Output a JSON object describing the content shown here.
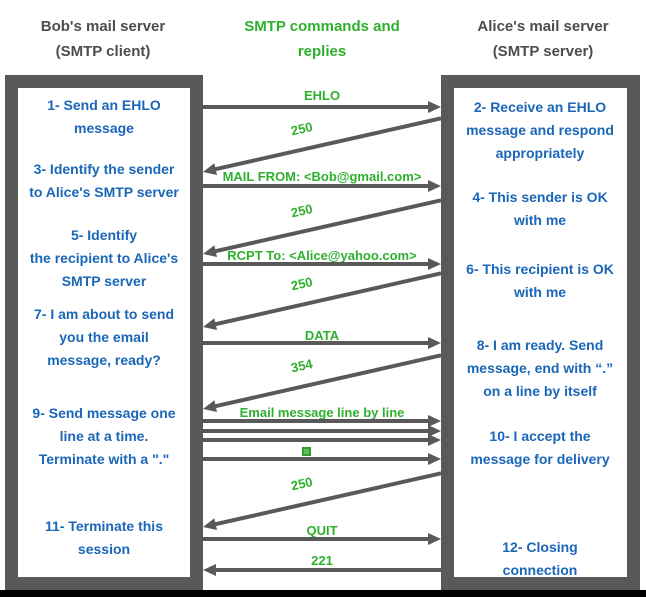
{
  "colors": {
    "green": "#2eb02e",
    "blue": "#1a66b8",
    "bar_gray": "#595959",
    "header_gray": "#4d4d4d",
    "bottom_strip": "#000000"
  },
  "headers": {
    "client": {
      "lines": [
        "Bob's mail server",
        "(SMTP client)"
      ]
    },
    "center": {
      "lines": [
        "SMTP commands and",
        "replies"
      ]
    },
    "server": {
      "lines": [
        "Alice's mail server",
        "(SMTP server)"
      ]
    }
  },
  "client_steps": [
    {
      "lines": [
        "1- Send an EHLO",
        "message"
      ]
    },
    {
      "lines": [
        "3- Identify the sender",
        "to Alice's SMTP server"
      ]
    },
    {
      "lines": [
        "5- Identify",
        "the recipient to Alice's",
        "SMTP server"
      ]
    },
    {
      "lines": [
        "7- I am about to send",
        "you the email",
        "message, ready?"
      ]
    },
    {
      "lines": [
        "9- Send message one",
        "line at a time.",
        "Terminate with a \".\""
      ]
    },
    {
      "lines": [
        "11- Terminate this",
        "session"
      ]
    }
  ],
  "server_steps": [
    {
      "lines": [
        "2- Receive an EHLO",
        "message and respond",
        "appropriately"
      ]
    },
    {
      "lines": [
        "4- This sender is OK",
        "with me"
      ]
    },
    {
      "lines": [
        "6- This recipient is OK",
        "with me"
      ]
    },
    {
      "lines": [
        "8-  I am ready. Send",
        "message, end with “.”",
        "on a line by itself"
      ]
    },
    {
      "lines": [
        "10-  I accept the",
        "message for delivery"
      ]
    },
    {
      "lines": [
        "12-  Closing",
        "connection"
      ]
    }
  ],
  "messages": {
    "ehlo": "EHLO",
    "reply_250_1": "250",
    "mail_from": "MAIL FROM: <Bob@gmail.com>",
    "reply_250_2": "250",
    "rcpt_to": "RCPT To: <Alice@yahoo.com>",
    "reply_250_3": "250",
    "data": "DATA",
    "reply_354": "354",
    "email_lines": "Email message line by line",
    "terminator": ".",
    "reply_250_4": "250",
    "quit": "QUIT",
    "reply_221": "221"
  }
}
